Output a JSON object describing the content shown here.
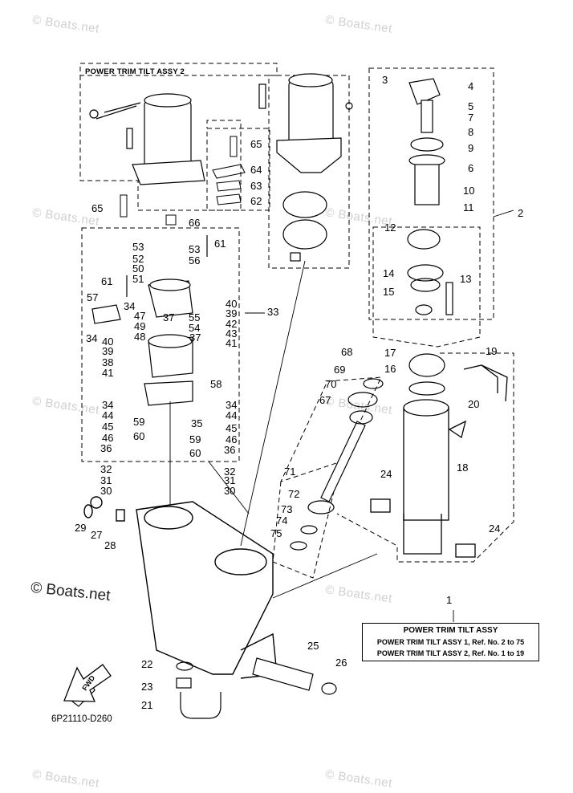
{
  "watermark": "© Boats.net",
  "copyright": "© Boats.net",
  "assy2_box_title": "POWER TRIM TILT ASSY 2",
  "diagram_code": "6P21110-D260",
  "fwd_label": "FWD",
  "legend": {
    "title": "POWER TRIM TILT ASSY",
    "line1": "POWER TRIM TILT ASSY 1,  Ref. No. 2 to 75",
    "line2": "POWER TRIM TILT ASSY 2,  Ref. No. 1 to 19"
  },
  "callouts": [
    "1",
    "2",
    "3",
    "4",
    "5",
    "7",
    "8",
    "9",
    "6",
    "10",
    "11",
    "12",
    "13",
    "14",
    "15",
    "16",
    "17",
    "18",
    "19",
    "20",
    "21",
    "22",
    "23",
    "24",
    "24",
    "25",
    "26",
    "27",
    "28",
    "29",
    "30",
    "30",
    "31",
    "31",
    "32",
    "32",
    "33",
    "34",
    "34",
    "34",
    "34",
    "35",
    "36",
    "36",
    "37",
    "37",
    "38",
    "39",
    "39",
    "40",
    "40",
    "41",
    "41",
    "42",
    "43",
    "44",
    "44",
    "45",
    "45",
    "46",
    "46",
    "47",
    "48",
    "49",
    "50",
    "51",
    "52",
    "53",
    "53",
    "54",
    "55",
    "56",
    "57",
    "58",
    "59",
    "59",
    "60",
    "60",
    "61",
    "61",
    "62",
    "63",
    "64",
    "65",
    "65",
    "66",
    "67",
    "68",
    "69",
    "70",
    "71",
    "72",
    "73",
    "74",
    "75"
  ]
}
